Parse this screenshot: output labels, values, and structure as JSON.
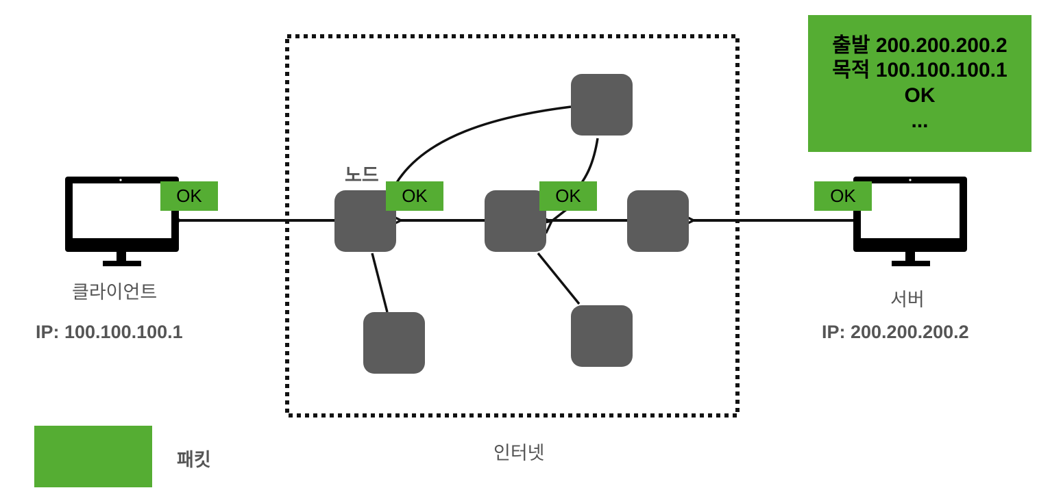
{
  "client": {
    "name": "클라이언트",
    "ip": "IP: 100.100.100.1"
  },
  "server": {
    "name": "서버",
    "ip": "IP: 200.200.200.2"
  },
  "internet": {
    "label": "인터넷",
    "node_label": "노드"
  },
  "packet": {
    "source_line": "출발 200.200.200.2",
    "dest_line": "목적 100.100.100.1",
    "payload": "OK",
    "more": "...",
    "tag_text": "OK"
  },
  "legend": {
    "label": "패킷"
  },
  "colors": {
    "packet": "#55ad33",
    "node": "#5c5c5c",
    "monitor": "#000000"
  },
  "icons": [
    "monitor-icon",
    "node-square",
    "arrow"
  ]
}
